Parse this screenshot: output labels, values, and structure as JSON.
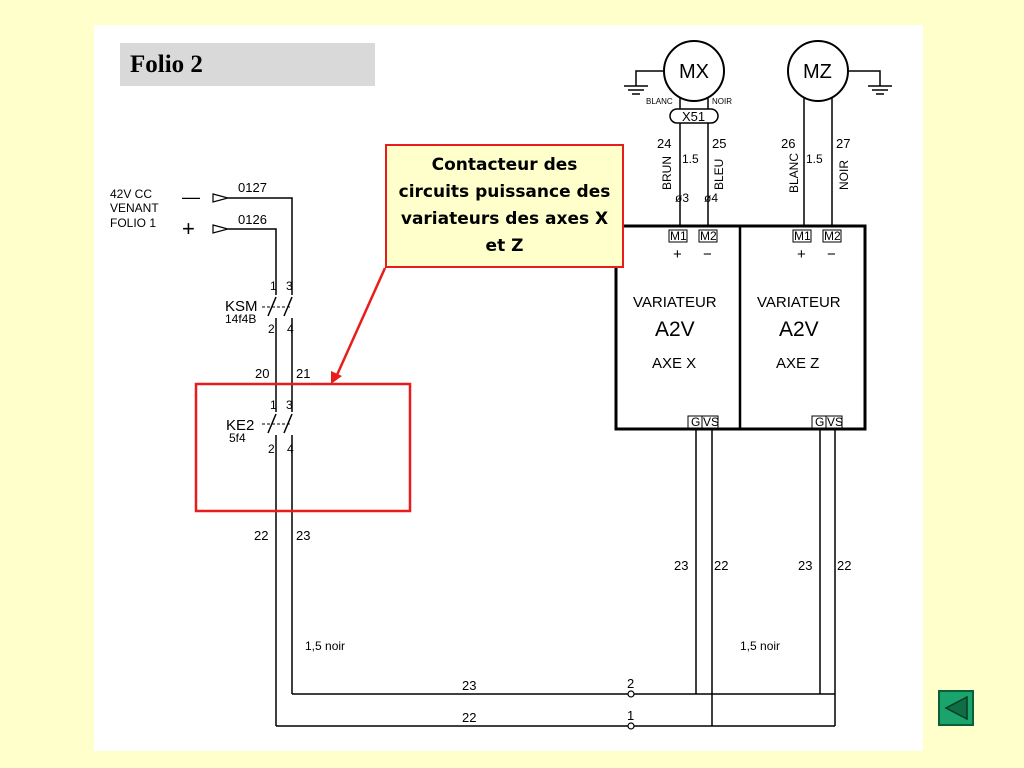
{
  "folio_title": "Folio 2",
  "callout_text": "Contacteur des circuits puissance des variateurs des axes X et Z",
  "supply": {
    "line1": "42V CC",
    "line2": "VENANT",
    "line3": "FOLIO 1",
    "minus_sign": "—",
    "plus_sign": "+",
    "wire_minus": "0127",
    "wire_plus": "0126"
  },
  "ksm": {
    "name": "KSM",
    "ref": "14f4B",
    "pin1": "1",
    "pin2": "2",
    "pin3": "3",
    "pin4": "4"
  },
  "ke2": {
    "name": "KE2",
    "ref": "5f4",
    "pin1": "1",
    "pin2": "2",
    "pin3": "3",
    "pin4": "4"
  },
  "wires": {
    "w20": "20",
    "w21": "21",
    "w22": "22",
    "w23": "23",
    "w24": "24",
    "w25": "25",
    "w26": "26",
    "w27": "27",
    "section_left": "1,5  noir",
    "section_right": "1,5  noir",
    "section_mx": "1.5",
    "section_mz": "1.5"
  },
  "motors": {
    "mx": "MX",
    "mz": "MZ",
    "mx_left_color": "BLANC",
    "mx_right_color": "NOIR",
    "connector": "X51",
    "mx_wire_left": "BRUN",
    "mx_wire_right": "BLEU",
    "mz_wire_left": "BLANC",
    "mz_wire_right": "NOIR",
    "mx_term_left": "ø3",
    "mx_term_right": "ø4"
  },
  "drives": [
    {
      "title": "VARIATEUR",
      "model": "A2V",
      "axis": "AXE X",
      "m1": "M1",
      "m2": "M2",
      "plus": "+",
      "minus": "−",
      "g": "G",
      "vs": "VS"
    },
    {
      "title": "VARIATEUR",
      "model": "A2V",
      "axis": "AXE Z",
      "m1": "M1",
      "m2": "M2",
      "plus": "+",
      "minus": "−",
      "g": "G",
      "vs": "VS"
    }
  ],
  "terminals": {
    "t2": "2",
    "t1": "1"
  },
  "colors": {
    "background": "#ffffcc",
    "highlight": "#e81c1c",
    "nav_button": "#1aa36a"
  },
  "nav": {
    "icon": "back-arrow-icon"
  }
}
